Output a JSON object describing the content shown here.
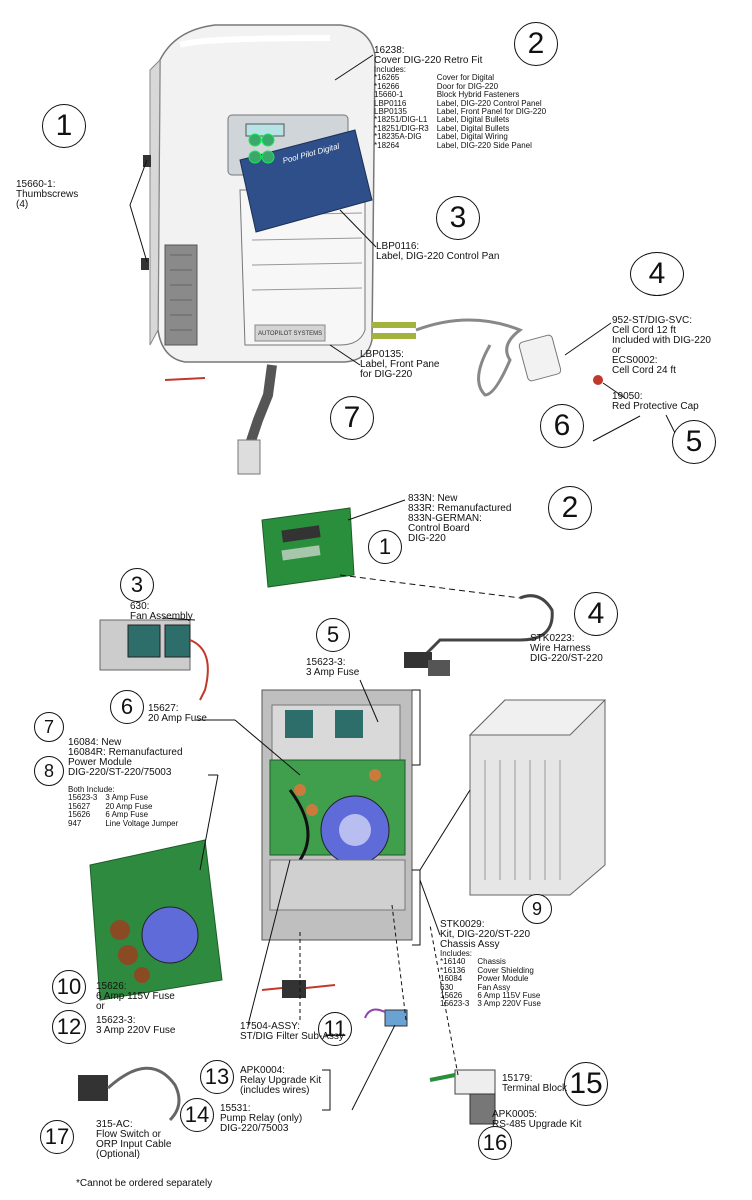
{
  "top": {
    "callouts": {
      "c1": "1",
      "c2": "2",
      "c3": "3",
      "c4": "4",
      "c5": "5",
      "c6": "6",
      "c7": "7"
    },
    "thumbscrews": [
      "15660-1:",
      "Thumbscrews",
      "(4)"
    ],
    "cover": {
      "lines": [
        "16238:",
        "Cover DIG-220 Retro Fit",
        "Includes:"
      ],
      "items": [
        [
          "*16265",
          "Cover for Digital"
        ],
        [
          "*16266",
          "Door for DIG-220"
        ],
        [
          "15660-1",
          "Block Hybrid Fasteners"
        ],
        [
          "LBP0116",
          "Label, DIG-220 Control Panel"
        ],
        [
          "LBP0135",
          "Label, Front Panel for DIG-220"
        ],
        [
          "*18251/DIG-L1",
          "Label, Digital Bullets"
        ],
        [
          "*18251/DIG-R3",
          "Label, Digital Bullets"
        ],
        [
          "*18235A-DIG",
          "Label, Digital Wiring"
        ],
        [
          "*18264",
          "Label, DIG-220 Side Panel"
        ]
      ]
    },
    "control_panel_label": [
      "LBP0116:",
      "Label, DIG-220 Control Pan­"
    ],
    "cell_cord": [
      "952-ST/DIG-SVC:",
      "Cell Cord 12 ft",
      "Included with DIG-220",
      "or",
      "ECS0002:",
      "Cell Cord 24 ft"
    ],
    "red_cap": [
      "19050:",
      "Red Protective Cap"
    ],
    "front_label": [
      "LBP0135:",
      "Label, Front Pane­",
      "for DIG-220"
    ],
    "panel_text": "Pool Pilot Digital",
    "front_text": "AUTOPILOT SYSTEMS"
  },
  "bottom": {
    "callouts": {
      "c1": "1",
      "c2": "2",
      "c3": "3",
      "c4": "4",
      "c5": "5",
      "c6": "6",
      "c7": "7",
      "c8": "8",
      "c9": "9",
      "c10": "10",
      "c11": "11",
      "c12": "12",
      "c13": "13",
      "c14": "14",
      "c15": "15",
      "c16": "16",
      "c17": "17"
    },
    "control_board": [
      "833N: New",
      "833R: Remanufactured",
      "833N-GERMAN:",
      "Control Board",
      "DIG-220"
    ],
    "fan": [
      "630:",
      "Fan Assembly"
    ],
    "wire_harness": [
      "STK0223:",
      "Wire Harness",
      "DIG-220/ST-220"
    ],
    "fuse3": [
      "15623-3:",
      "3 Amp Fuse"
    ],
    "fuse20": [
      "15627:",
      "20 Amp Fuse"
    ],
    "power_module": {
      "lines": [
        "16084: New",
        "16084R: Remanufactured",
        "Power Module",
        "DIG-220/ST-220/75003"
      ],
      "include_title": "Both Include:",
      "items": [
        [
          "15623-3",
          "3 Amp Fuse"
        ],
        [
          "15627",
          "20 Amp Fuse"
        ],
        [
          "15626",
          "6 Amp Fuse"
        ],
        [
          "947",
          "Line Voltage Jumper"
        ]
      ]
    },
    "chassis": {
      "lines": [
        "STK0029:",
        "Kit, DIG-220/ST-220",
        "Chassis Assy",
        "Includes:"
      ],
      "items": [
        [
          "*16140",
          "Chassis"
        ],
        [
          "*16136",
          "Cover Shielding"
        ],
        [
          "16084",
          "Power Module"
        ],
        [
          "630",
          "Fan Assy"
        ],
        [
          "15626",
          "6 Amp 115V Fuse"
        ],
        [
          "15623-3",
          "3 Amp 220V Fuse"
        ]
      ]
    },
    "fuse6": [
      "15626:",
      "6 Amp 115V Fuse",
      "or"
    ],
    "fuse3_220": [
      "15623-3:",
      "3 Amp 220V Fuse"
    ],
    "filter": [
      "17504-ASSY:",
      "ST/DIG Filter Sub-Assy"
    ],
    "relay_kit": [
      "APK0004:",
      "Relay Upgrade Kit",
      "(includes wires)"
    ],
    "pump_relay": [
      "15531:",
      "Pump Relay (only)",
      "DIG-220/75003"
    ],
    "terminal": [
      "15179:",
      "Terminal Block"
    ],
    "rs485": [
      "APK0005:",
      "RS-485 Upgrade Kit"
    ],
    "flow_switch": [
      "315-AC:",
      "Flow Switch or",
      "ORP Input Cable",
      "(Optional)"
    ]
  },
  "footnote": "*Cannot be ordered separately"
}
